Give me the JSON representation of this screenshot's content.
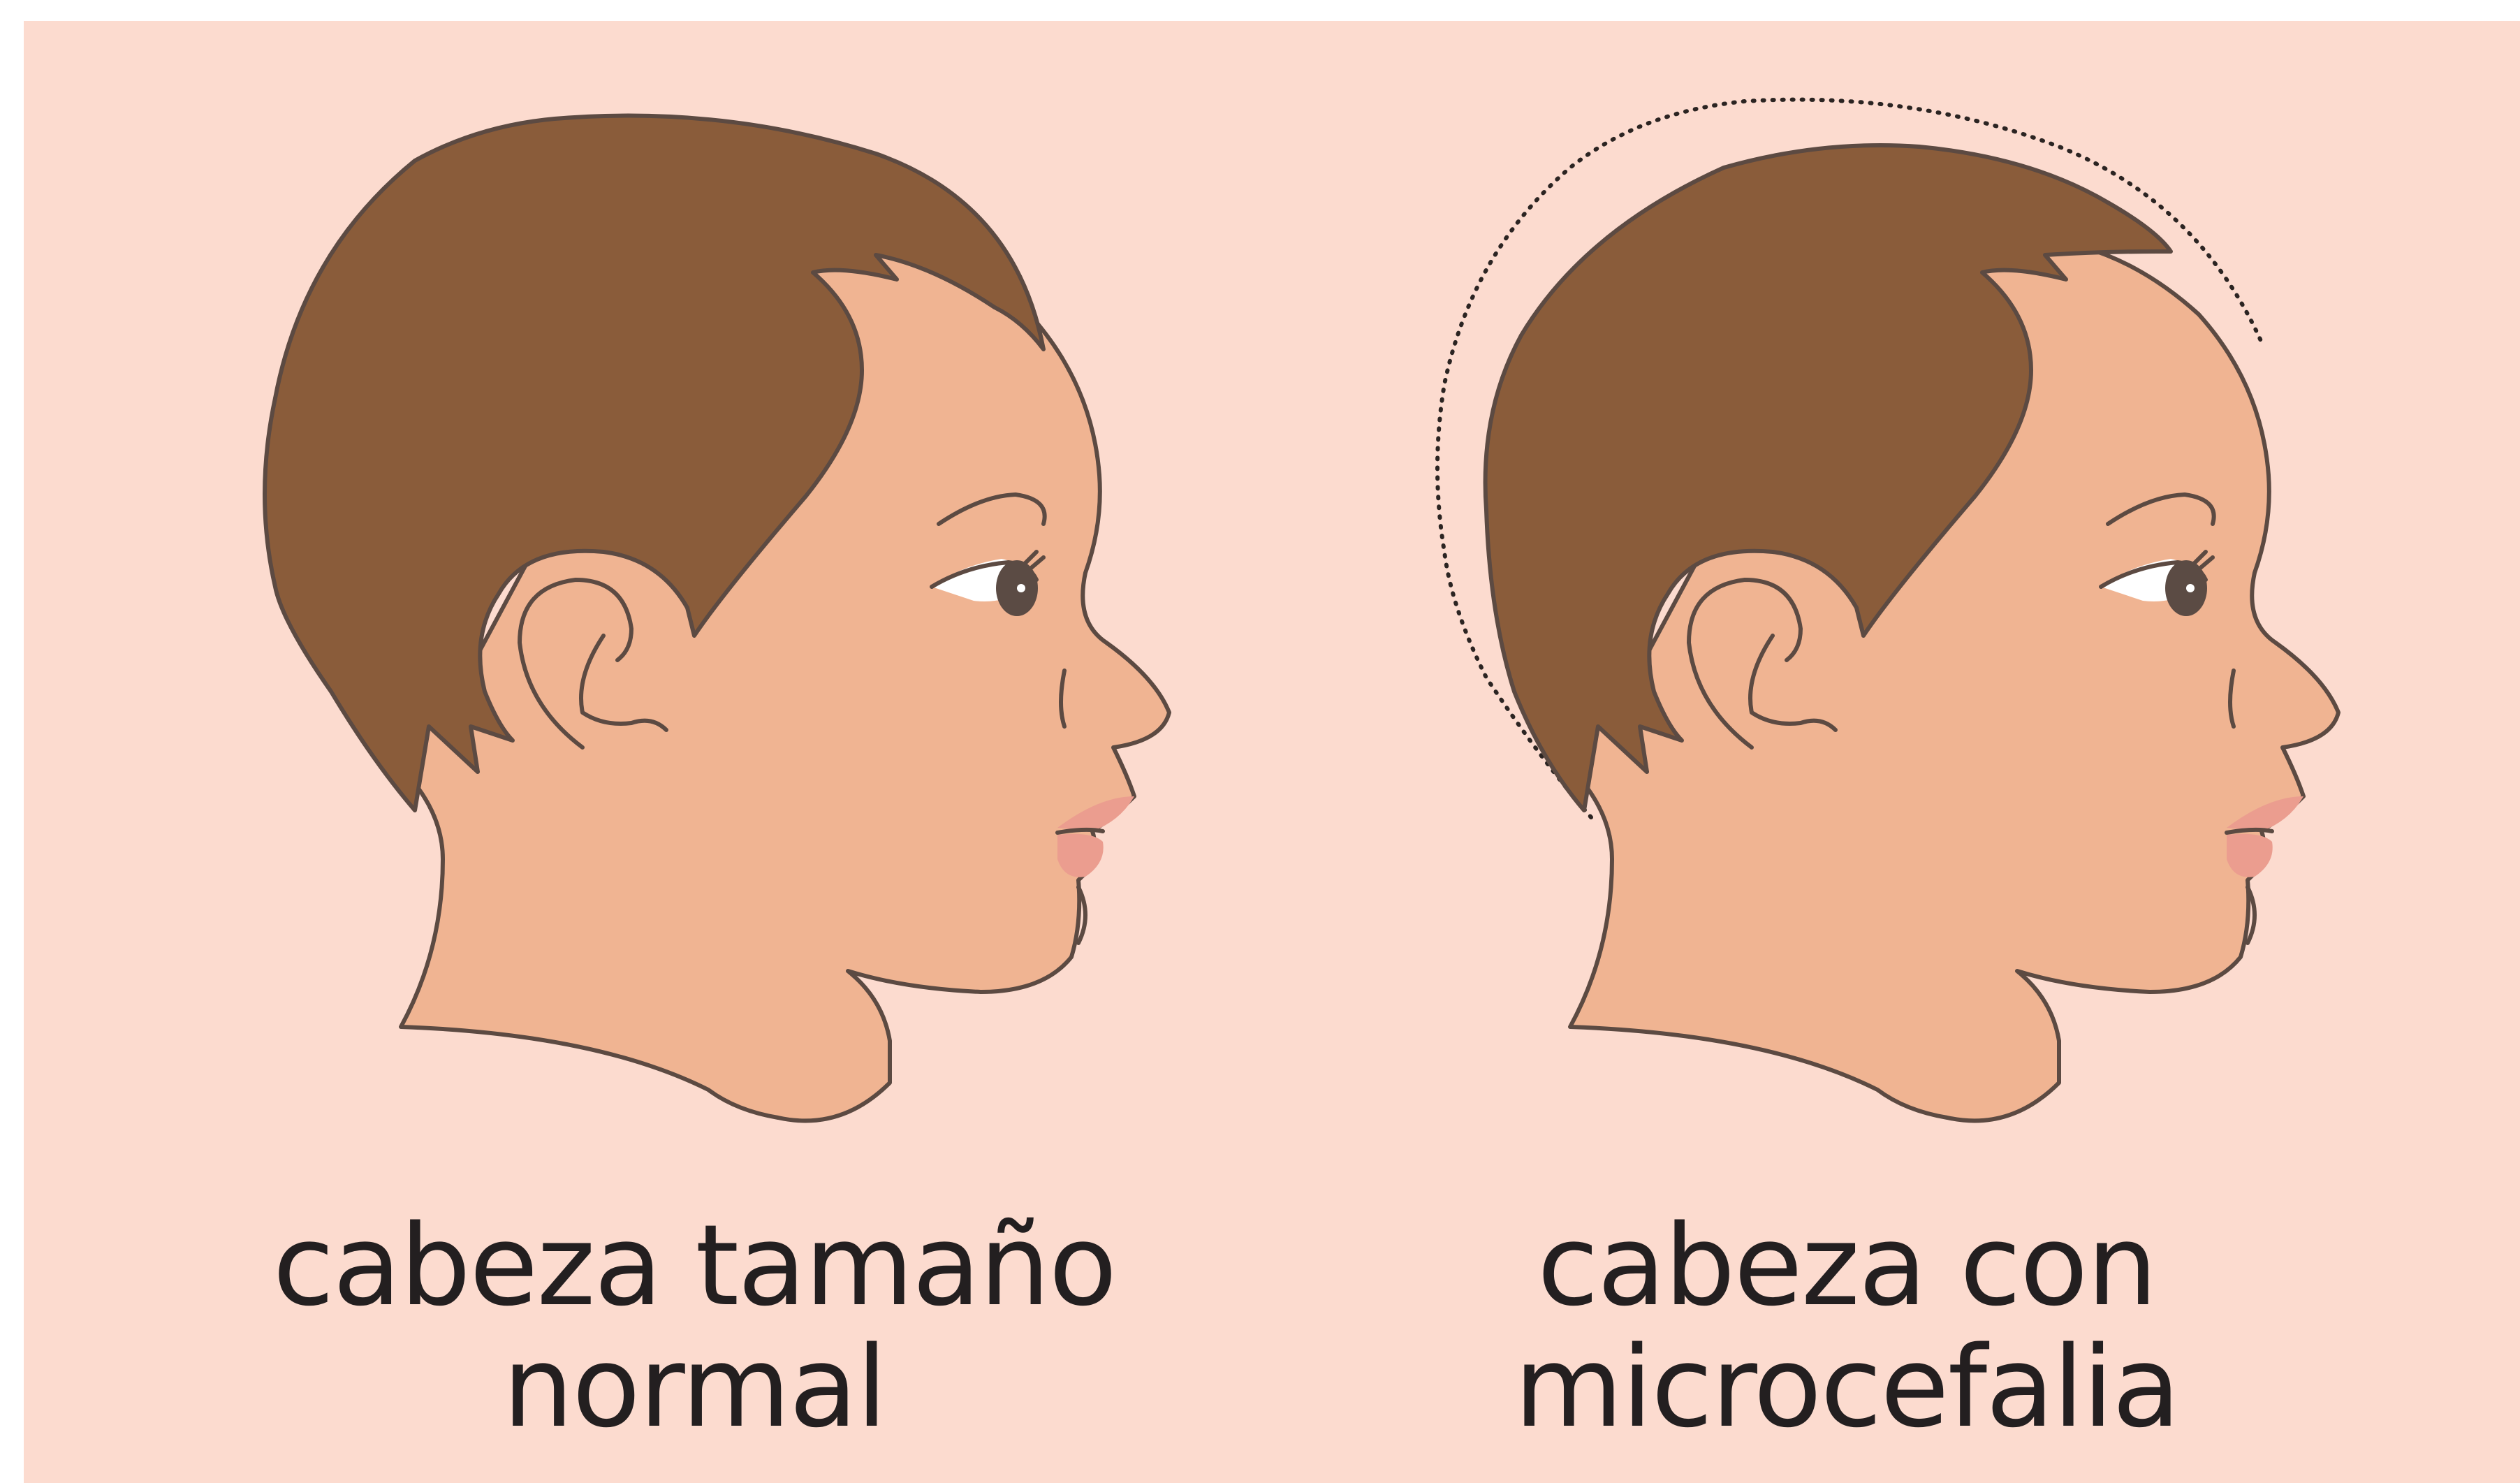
{
  "diagram": {
    "normal": {
      "caption_line1": "cabeza tamaño",
      "caption_line2": "normal"
    },
    "microcephaly": {
      "caption_line1": "cabeza con",
      "caption_line2": "microcefalia"
    }
  },
  "colors": {
    "background": "#fcdbcf",
    "skin": "#f0b492",
    "hair": "#8a5c3a",
    "outline": "#5c4a42",
    "lips": "#eb9d8f",
    "text": "#231f20"
  }
}
